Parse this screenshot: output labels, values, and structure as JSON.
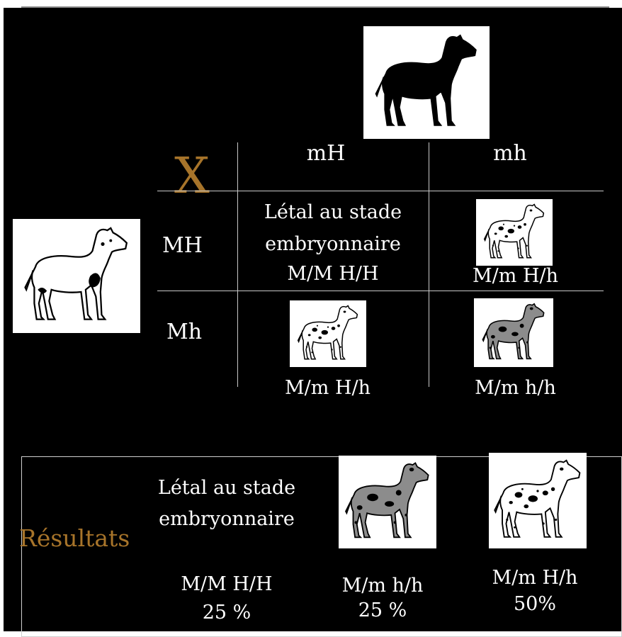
{
  "colors": {
    "background": "#000000",
    "text": "#ffffff",
    "accent_brown": "#a7742a",
    "grid_line": "#c9c9c9",
    "mottle_grey": "#8c8c8c"
  },
  "cross": {
    "symbol": "X",
    "columns": [
      "mH",
      "mh"
    ],
    "rows": [
      {
        "label": "MH",
        "cells": [
          {
            "text_line1": "Létal au stade",
            "text_line2": "embryonnaire",
            "genotype": "M/M H/H"
          },
          {
            "image": "harlequin-dog-icon",
            "genotype": "M/m H/h"
          }
        ]
      },
      {
        "label": "Mh",
        "cells": [
          {
            "image": "harlequin-dog-icon",
            "genotype": "M/m H/h"
          },
          {
            "image": "merle-dog-icon",
            "genotype": "M/m h/h"
          }
        ]
      }
    ],
    "parent_top_image": "black-dog-icon",
    "parent_left_image": "white-spotted-dog-icon"
  },
  "results": {
    "title": "Résultats",
    "items": [
      {
        "text_line1": "Létal au stade",
        "text_line2": "embryonnaire",
        "genotype": "M/M H/H",
        "percent": "25 %"
      },
      {
        "image": "merle-dog-icon",
        "genotype": "M/m h/h",
        "percent": "25 %"
      },
      {
        "image": "harlequin-dog-icon",
        "genotype": "M/m H/h",
        "percent": "50%"
      }
    ]
  }
}
